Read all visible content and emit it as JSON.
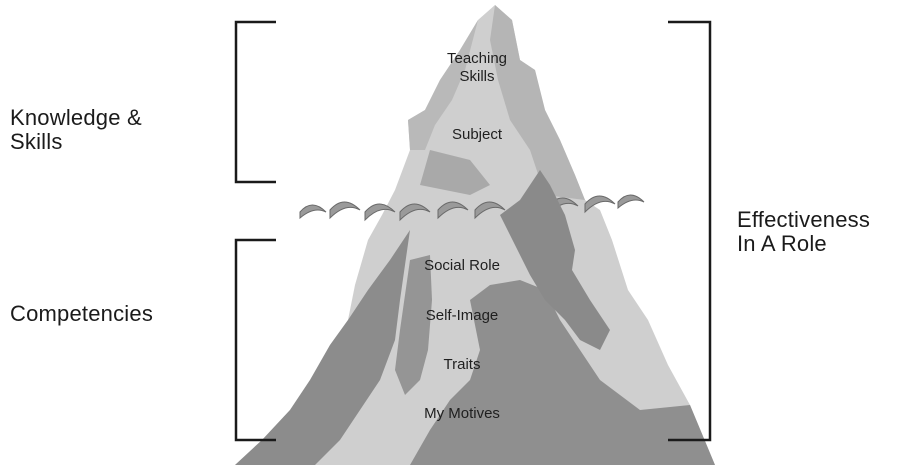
{
  "labels": {
    "knowledge_line1": "Knowledge &",
    "knowledge_line2": "Skills",
    "competencies": "Competencies",
    "effectiveness_line1": "Effectiveness",
    "effectiveness_line2": "In A Role"
  },
  "iceberg": {
    "above_water": {
      "teaching_line1": "Teaching",
      "teaching_line2": "Skills",
      "subject": "Subject"
    },
    "below_water": {
      "social_role": "Social Role",
      "self_image": "Self-Image",
      "traits": "Traits",
      "motives": "My Motives"
    }
  },
  "colors": {
    "ice_light": "#cfcfcf",
    "ice_mid": "#adadad",
    "ice_dark": "#8a8a8a",
    "bracket": "#1a1a1a"
  }
}
